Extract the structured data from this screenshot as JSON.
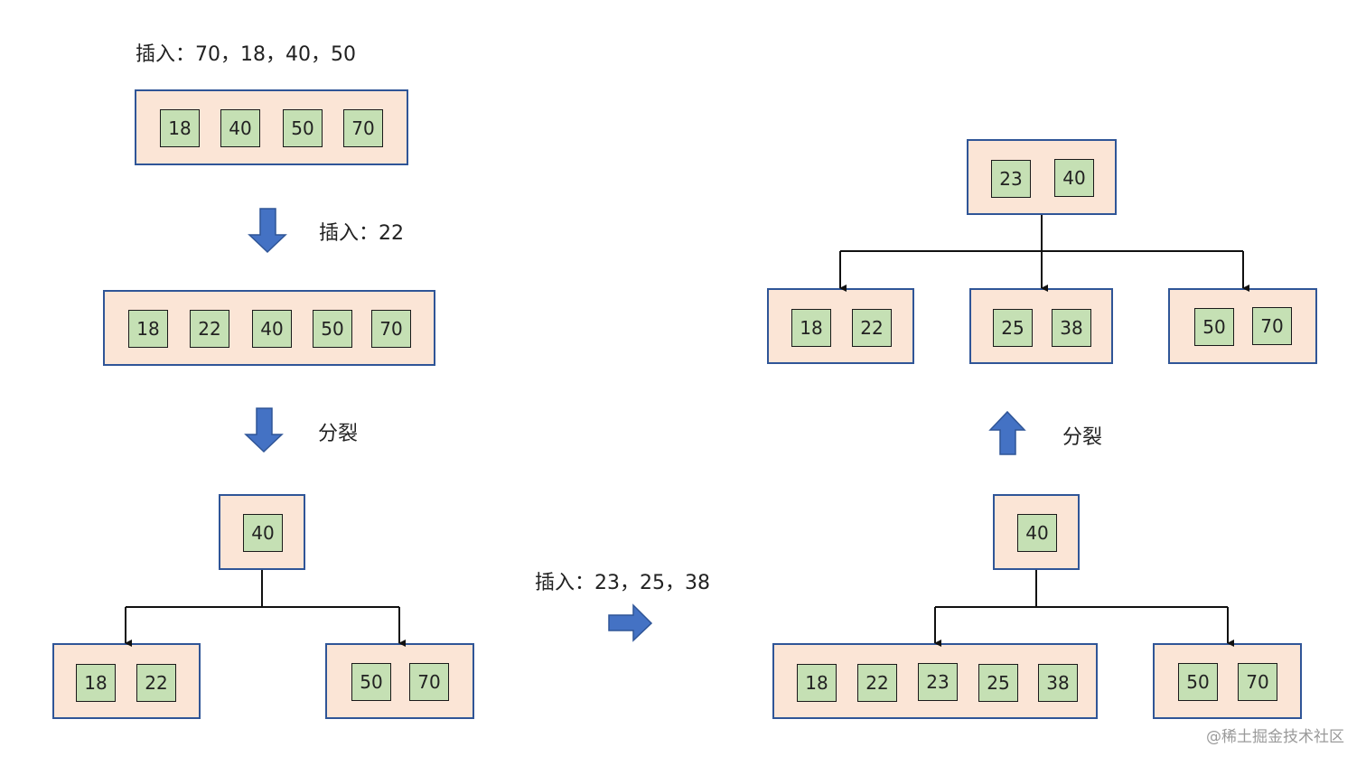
{
  "labels": {
    "insert_1": "插入：70，18，40，50",
    "insert_2": "插入：22",
    "split_1": "分裂",
    "insert_3": "插入：23，25，38",
    "split_2": "分裂"
  },
  "stage1": {
    "keys": [
      "18",
      "40",
      "50",
      "70"
    ]
  },
  "stage2": {
    "keys": [
      "18",
      "22",
      "40",
      "50",
      "70"
    ]
  },
  "stage3": {
    "root": [
      "40"
    ],
    "left": [
      "18",
      "22"
    ],
    "right": [
      "50",
      "70"
    ]
  },
  "stage4": {
    "root": [
      "40"
    ],
    "left": [
      "18",
      "22",
      "23",
      "25",
      "38"
    ],
    "right": [
      "50",
      "70"
    ]
  },
  "stage5": {
    "root": [
      "23",
      "40"
    ],
    "left": [
      "18",
      "22"
    ],
    "middle": [
      "25",
      "38"
    ],
    "right": [
      "50",
      "70"
    ]
  },
  "watermark": "@稀土掘金技术社区",
  "colors": {
    "node_fill": "#fbe5d6",
    "node_border": "#2f5597",
    "key_fill": "#c5e0b4",
    "arrow_fill": "#4472c4"
  }
}
